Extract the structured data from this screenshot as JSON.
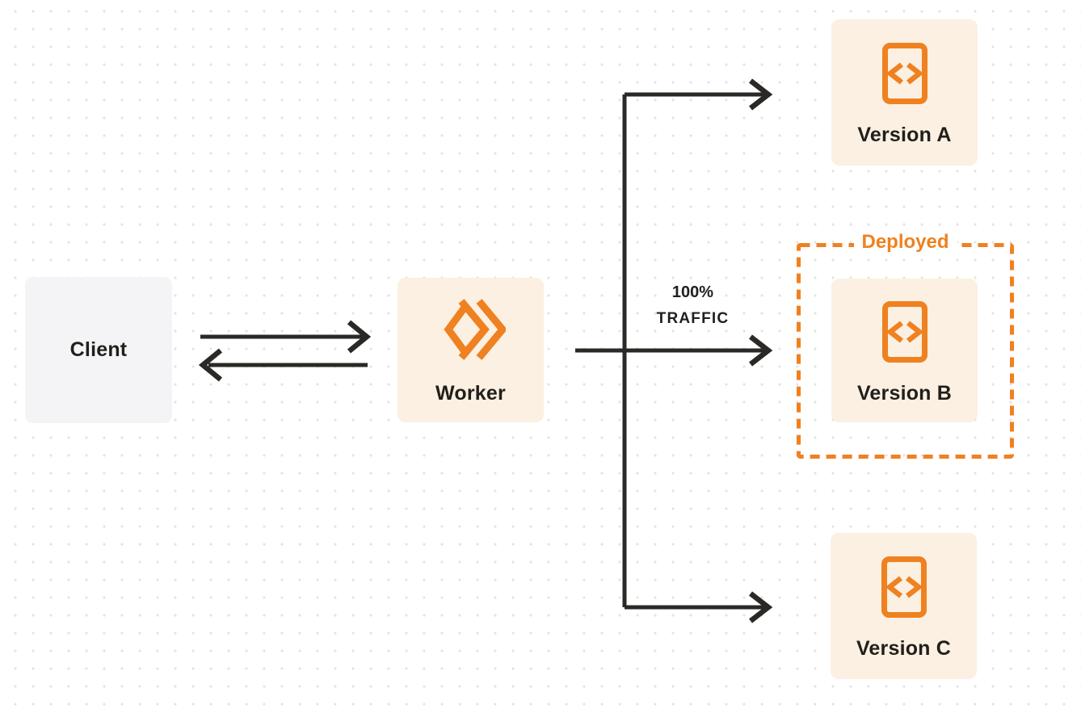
{
  "diagram": {
    "title": "worker-version-traffic-routing",
    "colors": {
      "accent_orange": "#ef8120",
      "node_cream_bg": "#fbf0e2",
      "node_gray_bg": "#f4f4f6",
      "edge_dark": "#2b2926",
      "text_dark": "#211f1c",
      "dot_grid": "#e3e3e3"
    },
    "nodes": {
      "client": {
        "label": "Client"
      },
      "worker": {
        "label": "Worker",
        "icon": "cloudflare-workers-logo"
      },
      "version_a": {
        "label": "Version A",
        "icon": "code-file"
      },
      "version_b": {
        "label": "Version B",
        "icon": "code-file"
      },
      "version_c": {
        "label": "Version C",
        "icon": "code-file"
      }
    },
    "deployed_group": {
      "label": "Deployed"
    },
    "edges": {
      "client_worker": "bidirectional",
      "traffic_label_line1": "100%",
      "traffic_label_line2": "TRAFFIC",
      "branches": [
        "version_a",
        "version_b",
        "version_c"
      ]
    }
  }
}
